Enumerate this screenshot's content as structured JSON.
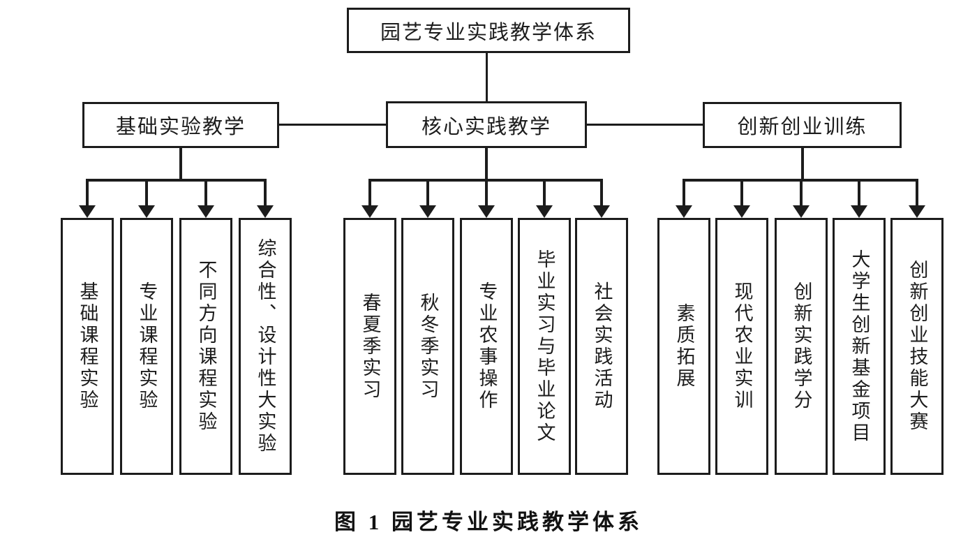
{
  "diagram": {
    "root_label": "园艺专业实践教学体系",
    "branches": [
      {
        "label": "基础实验教学",
        "children": [
          "基础课程实验",
          "专业课程实验",
          "不同方向课程实验",
          "综合性、设计性大实验"
        ]
      },
      {
        "label": "核心实践教学",
        "children": [
          "春夏季实习",
          "秋冬季实习",
          "专业农事操作",
          "毕业实习与毕业论文",
          "社会实践活动"
        ]
      },
      {
        "label": "创新创业训练",
        "children": [
          "素质拓展",
          "现代农业实训",
          "创新实践学分",
          "大学生创新基金项目",
          "创新创业技能大赛"
        ]
      }
    ],
    "caption": "图 1 园艺专业实践教学体系",
    "colors": {
      "line": "#1c1c1c",
      "box_border": "#1c1c1c",
      "background": "#ffffff",
      "text": "#1c1c1c"
    }
  }
}
